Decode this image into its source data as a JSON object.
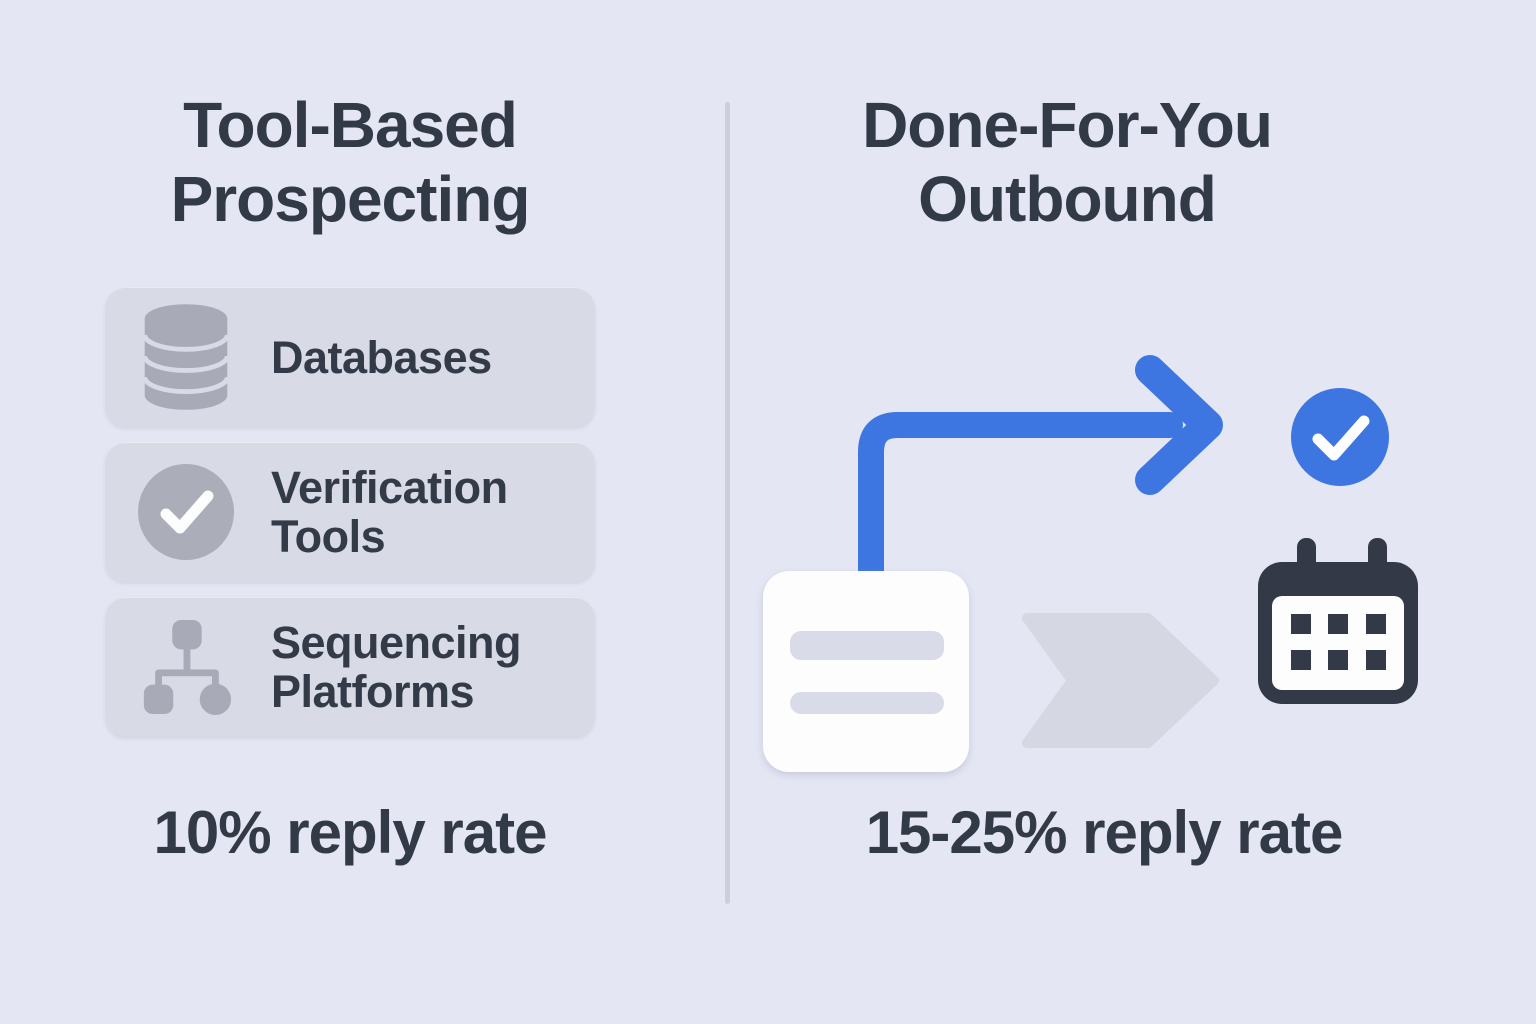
{
  "left_panel": {
    "title_line1": "Tool-Based",
    "title_line2": "Prospecting",
    "items": [
      {
        "icon": "database-icon",
        "label": "Databases"
      },
      {
        "icon": "check-circle-icon",
        "label": "Verification Tools"
      },
      {
        "icon": "flowchart-icon",
        "label": "Sequencing Platforms"
      }
    ],
    "reply_rate": "10% reply rate"
  },
  "right_panel": {
    "title_line1": "Done-For-You",
    "title_line2": "Outbound",
    "graphic_icons": [
      "message-card-icon",
      "flow-arrow-icon",
      "check-circle-icon",
      "chevron-step-icon",
      "calendar-icon"
    ],
    "reply_rate": "15-25% reply rate"
  },
  "colors": {
    "background": "#e4e6f3",
    "card_gray": "#d8dae6",
    "icon_gray": "#a8abb7",
    "text_dark": "#333a47",
    "accent_blue": "#3d76e0",
    "divider": "#cbcedd",
    "white_card": "#fdfdfe",
    "card_bar_gray": "#d9dbe8",
    "chevron_gray": "#d5d7e2"
  }
}
